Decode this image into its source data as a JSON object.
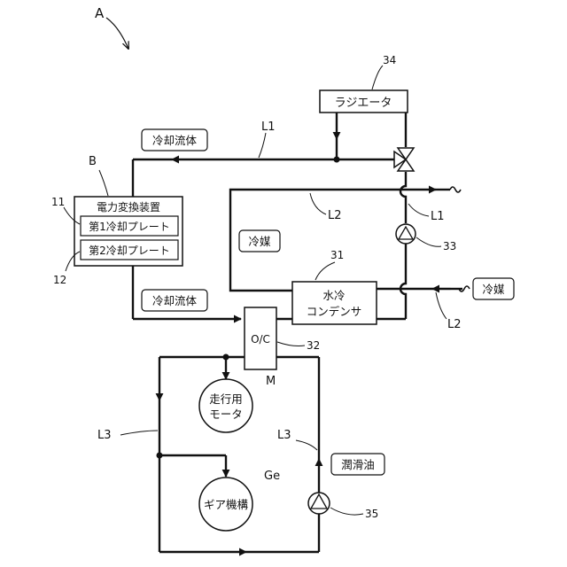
{
  "figure": {
    "ref_A": "A",
    "ref_B": "B",
    "ref_M": "M",
    "ref_Ge": "Ge",
    "num_11": "11",
    "num_12": "12",
    "num_31": "31",
    "num_32": "32",
    "num_33": "33",
    "num_34": "34",
    "num_35": "35"
  },
  "lines": {
    "L1_top": "L1",
    "L1_right": "L1",
    "L2_inner": "L2",
    "L2_right": "L2",
    "L3_left": "L3",
    "L3_right": "L3"
  },
  "components": {
    "radiator": "ラジエータ",
    "power_converter": "電力変換装置",
    "plate1": "第1冷却プレート",
    "plate2": "第2冷却プレート",
    "condenser_line1": "水冷",
    "condenser_line2": "コンデンサ",
    "oil_cooler": "O/C",
    "motor_line1": "走行用",
    "motor_line2": "モータ",
    "gear": "ギア機構"
  },
  "flow_labels": {
    "coolant_top": "冷却流体",
    "coolant_bottom": "冷却流体",
    "refrigerant_inner": "冷媒",
    "refrigerant_right": "冷媒",
    "lubricant": "潤滑油"
  }
}
